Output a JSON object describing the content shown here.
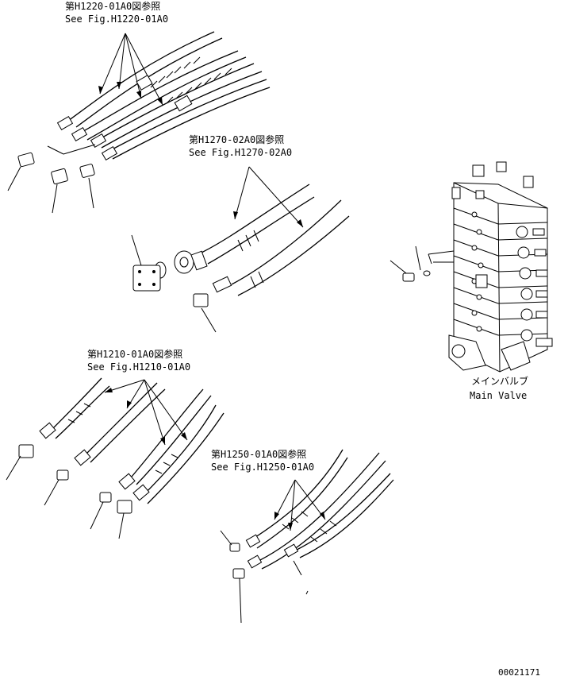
{
  "references": [
    {
      "jp": "第H1220-01A0図参照",
      "en": "See Fig.H1220-01A0"
    },
    {
      "jp": "第H1270-02A0図参照",
      "en": "See Fig.H1270-02A0"
    },
    {
      "jp": "第H1210-01A0図参照",
      "en": "See Fig.H1210-01A0"
    },
    {
      "jp": "第H1250-01A0図参照",
      "en": "See Fig.H1250-01A0"
    }
  ],
  "main_valve": {
    "jp": "メインバルブ",
    "en": "Main Valve"
  },
  "drawing_number": "00021171"
}
